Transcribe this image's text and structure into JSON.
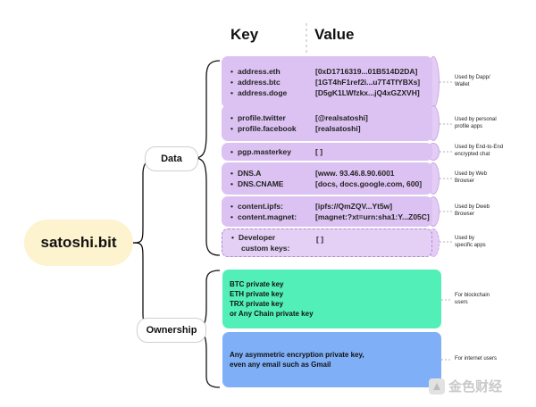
{
  "headers": {
    "key": "Key",
    "value": "Value"
  },
  "root": {
    "label": "satoshi.bit"
  },
  "branches": {
    "data": "Data",
    "ownership": "Ownership"
  },
  "data_records": [
    {
      "keys": [
        "address.eth",
        "address.btc",
        "address.doge"
      ],
      "values": [
        "[0xD1716319...01B514D2DA]",
        "[1GT4hF1ref2i...u7T4TfYBXs]",
        "[D5gK1LWfzkx...jQ4xGZXVH]"
      ],
      "note": [
        "Used by Dapp/",
        "Wallet"
      ]
    },
    {
      "keys": [
        "profile.twitter",
        "profile.facebook"
      ],
      "values": [
        "[@realsatoshi]",
        "[realsatoshi]"
      ],
      "note": [
        "Used by personal",
        "profile apps"
      ]
    },
    {
      "keys": [
        "pgp.masterkey"
      ],
      "values": [
        "[ ]"
      ],
      "note": [
        "Used by End-to-End",
        "encrypted chat"
      ]
    },
    {
      "keys": [
        "DNS.A",
        "DNS.CNAME"
      ],
      "values": [
        "[www. 93.46.8.90.6001",
        "[docs, docs.google.com, 600]"
      ],
      "note": [
        "Used by Web",
        "Browser"
      ]
    },
    {
      "keys": [
        "content.ipfs:",
        "content.magnet:"
      ],
      "values": [
        "[ipfs://QmZQV...Yt5w]",
        "[magnet:?xt=urn:sha1:Y...Z05C]"
      ],
      "note": [
        "Used by Dweb",
        "Browser"
      ]
    },
    {
      "keys": [
        "Developer",
        "custom keys:"
      ],
      "values": [
        "[ ]"
      ],
      "note": [
        "Used by",
        "specific apps"
      ]
    }
  ],
  "ownership": [
    {
      "lines": [
        "BTC private key",
        "ETH private key",
        "TRX private key",
        "or Any Chain private key"
      ],
      "note": [
        "For blockchain",
        "users"
      ],
      "color": "#52f0b8"
    },
    {
      "lines": [
        "Any asymmetric encryption private key,",
        "even any email such as Gmail"
      ],
      "note": [
        "For internet users"
      ],
      "color": "#7fb0f7"
    }
  ],
  "colors": {
    "record": "#dcc2f2",
    "root": "#fdf3cf"
  },
  "watermark": {
    "text": "金色财经"
  }
}
